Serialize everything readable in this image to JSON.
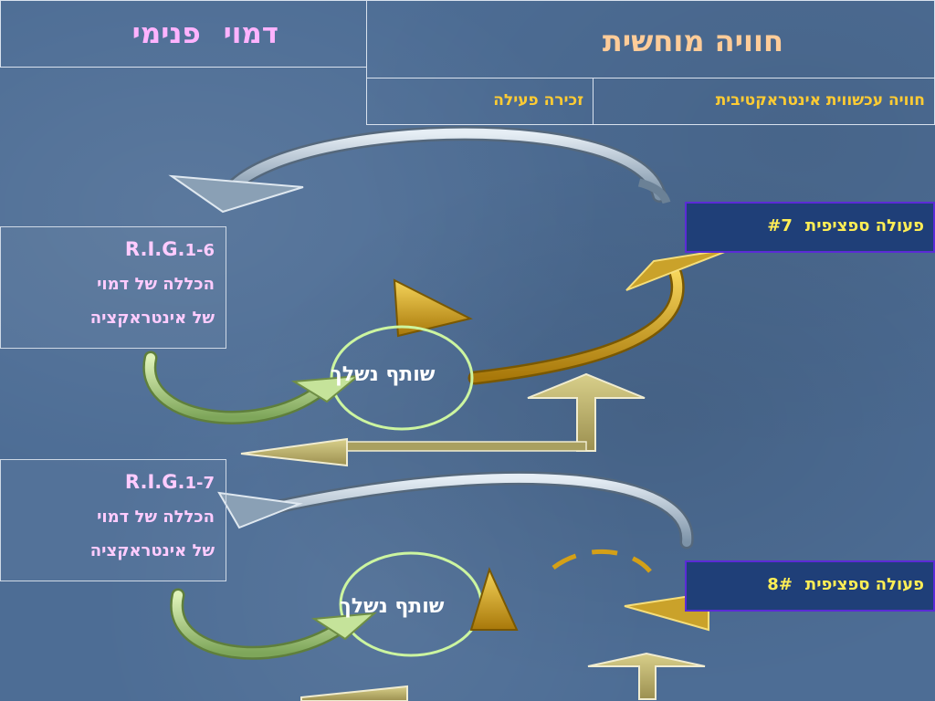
{
  "header": {
    "left_title": "דמוי פנימי",
    "right_title": "חוויה מוחשית",
    "sub_right": "חוויה עכשווית אינטראקטיבית",
    "sub_left": "זכירה פעילה"
  },
  "rig_blocks": [
    {
      "code": "R.I.G.",
      "suffix": "1-6",
      "line2": "הכללה של דמוי",
      "line3": "של אינטראקציה"
    },
    {
      "code": "R.I.G.",
      "suffix": "1-7",
      "line2": "הכללה של דמוי",
      "line3": "של אינטראקציה"
    }
  ],
  "actions": [
    {
      "label": "פעולה ספציפית",
      "number": "#7"
    },
    {
      "label": "פעולה ספציפית",
      "number": "8#"
    }
  ],
  "partner_label": "שותף נשלך",
  "colors": {
    "background": "#4d6d95",
    "header_left_text": "#ffb3ff",
    "header_right_text": "#ffcc99",
    "sub_text": "#ffcc33",
    "rig_text": "#ffccff",
    "action_text": "#ffee55",
    "action_border": "#5b2bd6",
    "gold_arrow": "#d4a017",
    "green_arrow": "#b5d98a",
    "silver_arrow": "#b9c9d6"
  }
}
